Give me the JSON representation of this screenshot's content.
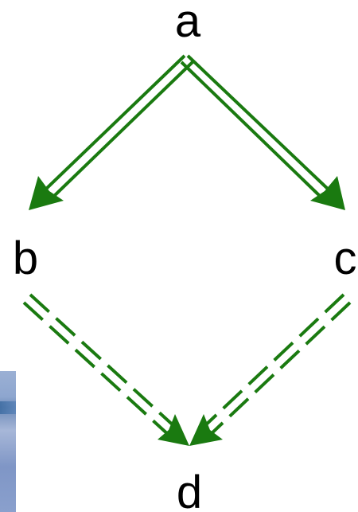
{
  "nodes": {
    "a": "a",
    "b": "b",
    "c": "c",
    "d": "d"
  },
  "edges": [
    {
      "from": "a",
      "to": "b",
      "style": "solid-double"
    },
    {
      "from": "a",
      "to": "c",
      "style": "solid-double"
    },
    {
      "from": "b",
      "to": "d",
      "style": "dashed-double"
    },
    {
      "from": "c",
      "to": "d",
      "style": "dashed-double"
    }
  ],
  "colors": {
    "arrow": "#1a7a10",
    "text": "#000000"
  }
}
